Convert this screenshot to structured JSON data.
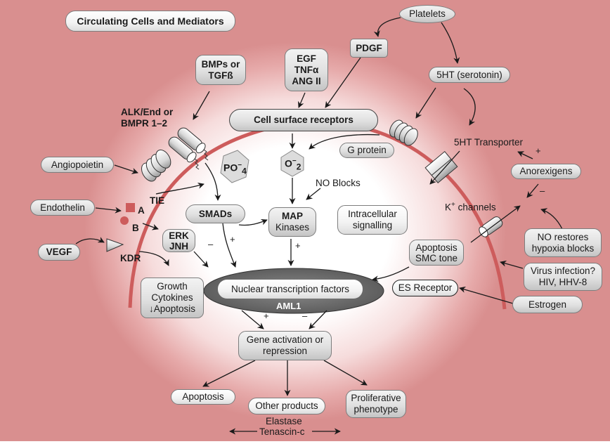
{
  "title": "Circulating Cells and Mediators",
  "colors": {
    "membrane": "#cd5c5c",
    "background_edge": "#d98f8f",
    "nucleus": "#707070"
  },
  "mediators": {
    "platelets": "Platelets",
    "pdgf": "PDGF",
    "egf_group": [
      "EGF",
      "TNFα",
      "ANG II"
    ],
    "bmps": [
      "BMPs or",
      "TGFß"
    ],
    "serotonin": "5HT (serotonin)",
    "angiopoietin": "Angiopoietin",
    "endothelin": "Endothelin",
    "vegf": "VEGF",
    "anorexigens": "Anorexigens",
    "no_restores": [
      "NO restores",
      "hypoxia blocks"
    ],
    "virus": [
      "Virus infection?",
      "HIV, HHV-8"
    ],
    "estrogen": "Estrogen"
  },
  "receptors": {
    "cell_surface": "Cell surface receptors",
    "alk": [
      "ALK/End or",
      "BMPR 1–2"
    ],
    "tie": "TIE",
    "a": "A",
    "b": "B",
    "kdr": "KDR",
    "transporter": "5HT Transporter",
    "k_channels": "K",
    "k_sup": "+",
    "k_channels_rest": " channels",
    "es_receptor": "ES Receptor",
    "g_protein": "G protein"
  },
  "intracellular": {
    "po4": "PO",
    "po4_sup": "−",
    "po4_sub": "4",
    "o2": "O",
    "o2_sup": "−",
    "o2_sub": "2",
    "no_blocks": "NO Blocks",
    "smads": "SMADs",
    "map": [
      "MAP",
      "Kinases"
    ],
    "erk": [
      "ERK",
      "JNH"
    ],
    "intracellular_signalling": [
      "Intracellular",
      "signalling"
    ],
    "apoptosis_smc": [
      "Apoptosis",
      "SMC tone"
    ],
    "growth": [
      "Growth",
      "Cytokines",
      "↓Apoptosis"
    ],
    "nuclear": "Nuclear transcription factors",
    "aml1": "AML1"
  },
  "outcomes": {
    "gene": [
      "Gene activation or",
      "repression"
    ],
    "apoptosis": "Apoptosis",
    "other_products": "Other products",
    "proliferative": [
      "Proliferative",
      "phenotype"
    ],
    "elastase": "Elastase",
    "tenascin": "Tenascin-c"
  },
  "signs": {
    "plus": "+",
    "minus": "–"
  }
}
